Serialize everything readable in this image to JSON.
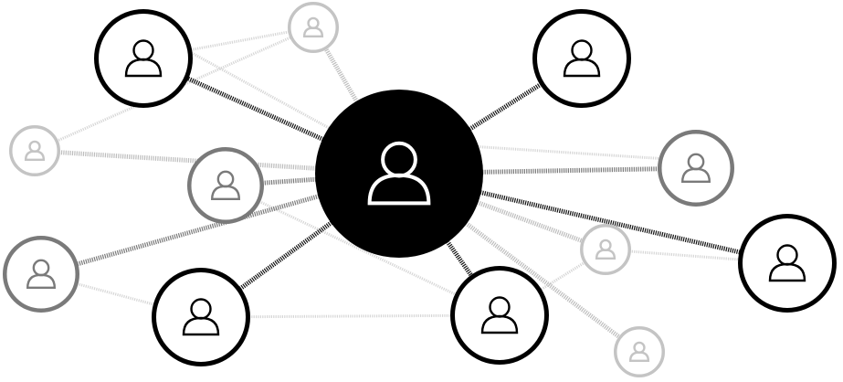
{
  "diagram": {
    "type": "social-network",
    "node_icon": "person-icon",
    "colors": {
      "central": "#000000",
      "strong": "#000000",
      "medium": "#7a7a7a",
      "weak": "#c4c4c4",
      "background": "#ffffff"
    },
    "nodes": [
      {
        "id": "center",
        "tier": "central"
      },
      {
        "id": "top-left",
        "tier": "strong"
      },
      {
        "id": "top-right",
        "tier": "strong"
      },
      {
        "id": "right",
        "tier": "strong"
      },
      {
        "id": "bottom-left",
        "tier": "strong"
      },
      {
        "id": "bottom-middle",
        "tier": "strong"
      },
      {
        "id": "mid-left",
        "tier": "medium"
      },
      {
        "id": "mid-right",
        "tier": "medium"
      },
      {
        "id": "far-left",
        "tier": "medium"
      },
      {
        "id": "top",
        "tier": "weak"
      },
      {
        "id": "left",
        "tier": "weak"
      },
      {
        "id": "lower-right",
        "tier": "weak"
      },
      {
        "id": "bottom-right",
        "tier": "weak"
      }
    ],
    "edges": [
      {
        "from": "center",
        "to": "top-left",
        "strength": "strong"
      },
      {
        "from": "center",
        "to": "top-right",
        "strength": "strong"
      },
      {
        "from": "center",
        "to": "right",
        "strength": "strong"
      },
      {
        "from": "center",
        "to": "bottom-left",
        "strength": "strong"
      },
      {
        "from": "center",
        "to": "bottom-middle",
        "strength": "strong"
      },
      {
        "from": "center",
        "to": "mid-left",
        "strength": "medium"
      },
      {
        "from": "center",
        "to": "mid-right",
        "strength": "medium"
      },
      {
        "from": "center",
        "to": "far-left",
        "strength": "medium"
      },
      {
        "from": "center",
        "to": "top",
        "strength": "weak"
      },
      {
        "from": "center",
        "to": "left",
        "strength": "weak"
      },
      {
        "from": "center",
        "to": "lower-right",
        "strength": "weak"
      },
      {
        "from": "center",
        "to": "bottom-right",
        "strength": "weak"
      },
      {
        "from": "top-left",
        "to": "top",
        "strength": "faint"
      },
      {
        "from": "top-left",
        "to": "center",
        "strength": "faint"
      },
      {
        "from": "left",
        "to": "top",
        "strength": "faint"
      },
      {
        "from": "bottom-left",
        "to": "bottom-middle",
        "strength": "faint"
      },
      {
        "from": "far-left",
        "to": "bottom-left",
        "strength": "faint"
      },
      {
        "from": "lower-right",
        "to": "right",
        "strength": "faint"
      },
      {
        "from": "lower-right",
        "to": "bottom-middle",
        "strength": "faint"
      },
      {
        "from": "mid-left",
        "to": "bottom-middle",
        "strength": "faint"
      },
      {
        "from": "center",
        "to": "mid-right",
        "strength": "faint"
      }
    ]
  }
}
